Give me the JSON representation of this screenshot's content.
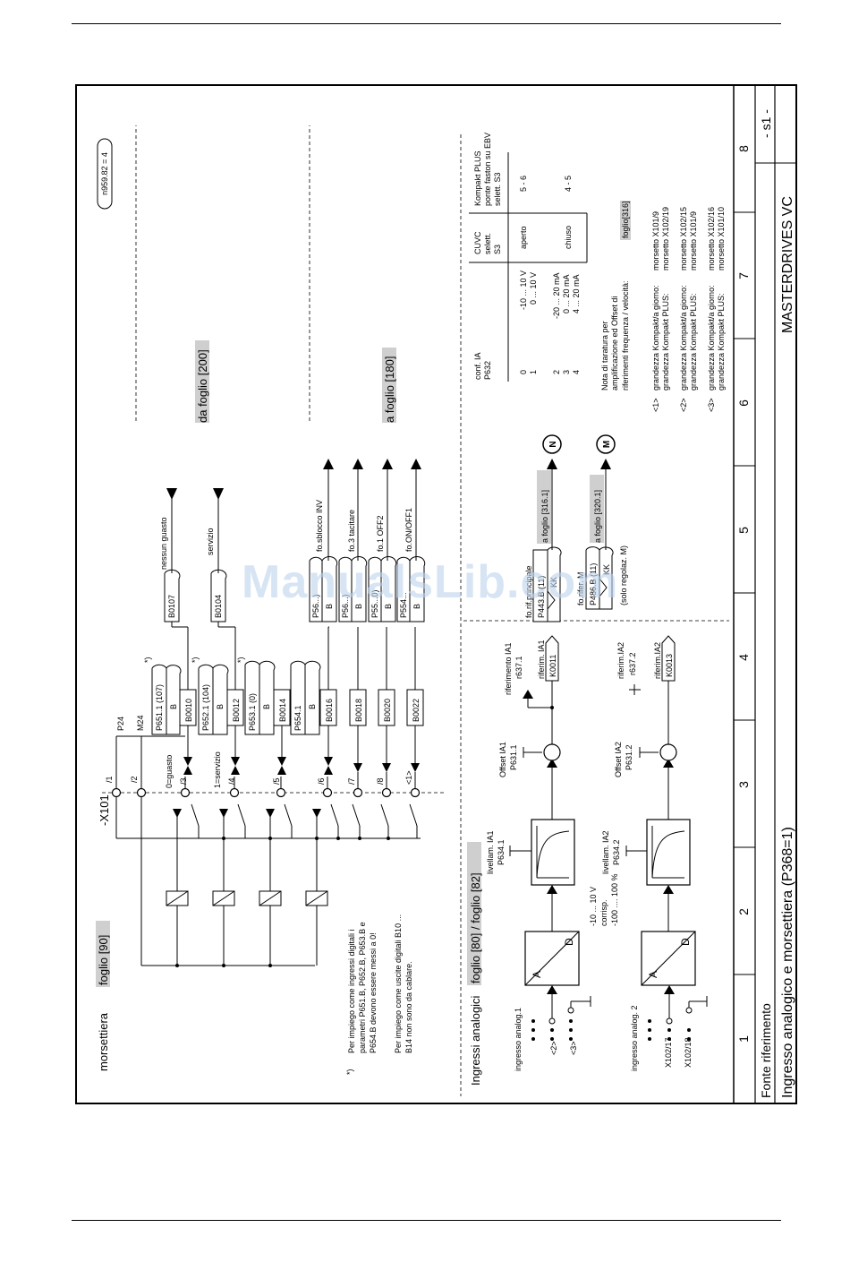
{
  "sheet": {
    "group": "Fonte riferimento",
    "title": "Ingresso analogico e morsettiera (P368=1)",
    "product": "MASTERDRIVES VC",
    "sheet_no": "- s1 -",
    "columns": [
      "1",
      "2",
      "3",
      "4",
      "5",
      "6",
      "7",
      "8"
    ]
  },
  "watermark": "ManualsLib.com",
  "terminal": {
    "title": "morsettiera",
    "ref": "foglio [90]",
    "connector": "-X101",
    "badge": "n959.82 = 4",
    "p24": "P24",
    "m24": "M24",
    "pins": [
      "/1",
      "/2",
      "/3",
      "/4",
      "/5",
      "/6",
      "/7",
      "/8",
      "<1>"
    ],
    "pin3_note": "0=guasto",
    "pin4_note": "1=servizio",
    "params": [
      {
        "p": "P651.1 (107)",
        "b": "B",
        "bin": "B0010",
        "star": "*)"
      },
      {
        "p": "P652.1 (104)",
        "b": "B",
        "bin": "B0012",
        "star": "*)"
      },
      {
        "p": "P653.1 (0)",
        "b": "B",
        "bin": "B0014",
        "star": "*)"
      },
      {
        "p": "P654.1",
        "b": "B",
        "bin": "B0016",
        "star": ""
      }
    ],
    "bin_only": [
      "B0018",
      "B0020",
      "B0022"
    ],
    "outs": [
      {
        "id": "B0107",
        "label": "nessun guasto"
      },
      {
        "id": "B0104",
        "label": "servizio"
      }
    ],
    "from_ref": "da foglio [200]",
    "to_ref": "a foglio [180]",
    "fo": [
      {
        "p": "P56...)",
        "b": "B",
        "label": "fo.sblocco INV"
      },
      {
        "p": "P56...)",
        "b": "B",
        "label": "fo.3 tacitare"
      },
      {
        "p": "P55...0)",
        "b": "B",
        "label": "fo.1 OFF2"
      },
      {
        "p": "P554...",
        "b": "B",
        "label": "fo.ON/OFF1"
      }
    ],
    "note_star": "*)",
    "note1_lines": [
      "Per impiego come ingressi digitali i",
      "parametri P651.B, P652.B, P653.B e",
      "P654.B devono essere messi a 0!"
    ],
    "note2_lines": [
      "Per impiego come uscite digitali B10 ...",
      "B14 non sono da cablare."
    ]
  },
  "analog": {
    "title": "Ingressi analogici",
    "ref": "foglio [80] / foglio [82]",
    "in1_label": "ingresso analog.1",
    "in2_label": "ingresso analog. 2",
    "in1_terms": [
      "<2>",
      "<3>"
    ],
    "in2_terms": [
      "X102/17",
      "X102/18"
    ],
    "adc_a": "A",
    "adc_d": "D",
    "range_lines": [
      "-10 ... 10 V",
      "corrisp.",
      "-100 .... 100 %"
    ],
    "lev1": [
      "livellam. IA1",
      "P634.1"
    ],
    "lev2": [
      "livellam. IA2",
      "P634.2"
    ],
    "off1": [
      "Offset IA1",
      "P631.1"
    ],
    "off2": [
      "Offset IA2",
      "P631.2"
    ],
    "rif1": [
      "riferimento IA1",
      "r637.1"
    ],
    "rif1b": "riferim. IA1",
    "rif2": [
      "riferim.IA2",
      "r637.2"
    ],
    "rif2b": "riferim.IA2",
    "k1": "K0011",
    "k2": "K0013",
    "fo_main": [
      "fo.rif.principale",
      "P443.B (11)"
    ],
    "fo_main_ref": "a foglio [316.1]",
    "fo_m": [
      "fo.rifer. M",
      "P486.B (11)"
    ],
    "fo_m_note": "(solo regolaz. M)",
    "fo_m_ref": "a foglio [320.1]",
    "kk": "KK",
    "n_label": "N",
    "m_label": "M"
  },
  "table": {
    "headers": [
      [
        "conf. IA",
        "P632"
      ],
      [
        "CUVC",
        "selett.",
        "S3"
      ],
      [
        "Kompakt PLUS",
        "ponte faston su EBV",
        "selett. S3"
      ]
    ],
    "rows": [
      [
        "0",
        "-10 ... 10 V",
        "aperto",
        "5 - 6"
      ],
      [
        "1",
        "0 ... 10 V",
        "",
        ""
      ],
      [
        "2",
        "-20 ... 20 mA",
        "chiuso",
        "4 - 5"
      ],
      [
        "3",
        "0 ... 20 mA",
        "",
        ""
      ],
      [
        "4",
        "4 ... 20 mA",
        "",
        ""
      ]
    ],
    "note_lines": [
      "Nota di taratura per",
      "amplificazione ed Offset di",
      "riferimenti frequenza / velocità:"
    ],
    "note_ref": "foglio[316]",
    "sizes": [
      {
        "tag": "<1>",
        "l1": "grandezza Kompakt/a giorno:",
        "l2": "grandezza Kompakt PLUS:",
        "m1": "morsetto X101/9",
        "m2": "morsetto X102/19"
      },
      {
        "tag": "<2>",
        "l1": "grandezza Kompakt/a giorno:",
        "l2": "grandezza Kompakt PLUS:",
        "m1": "morsetto X102/15",
        "m2": "morsetto X101/9"
      },
      {
        "tag": "<3>",
        "l1": "grandezza Kompakt/a giorno:",
        "l2": "grandezza Kompakt PLUS:",
        "m1": "morsetto X102/16",
        "m2": "morsetto X101/10"
      }
    ]
  }
}
